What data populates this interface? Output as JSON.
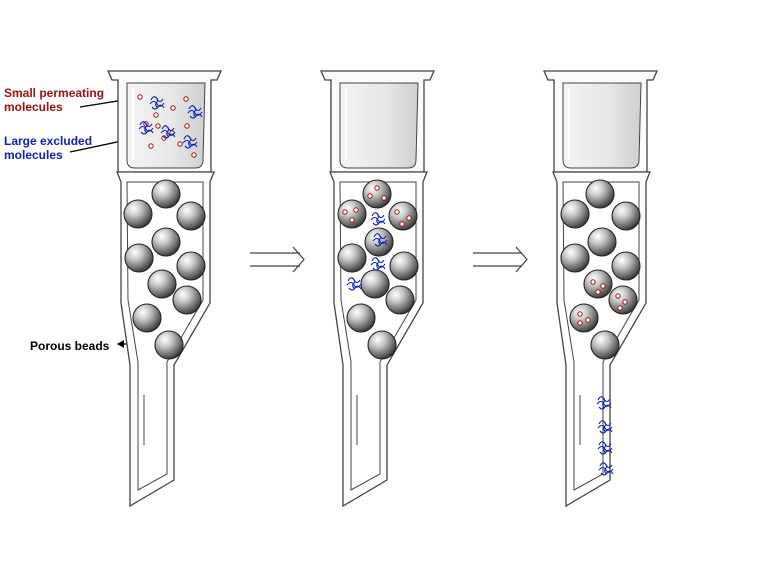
{
  "labels": {
    "small_line1": "Small permeating",
    "small_line2": "molecules",
    "large_line1": "Large excluded",
    "large_line2": "molecules",
    "beads": "Porous beads"
  },
  "colors": {
    "small_color": "#a01010",
    "large_color": "#1020c0",
    "bead_color": "#555555",
    "outline": "#444444",
    "liquid": "#e4e4e4"
  }
}
